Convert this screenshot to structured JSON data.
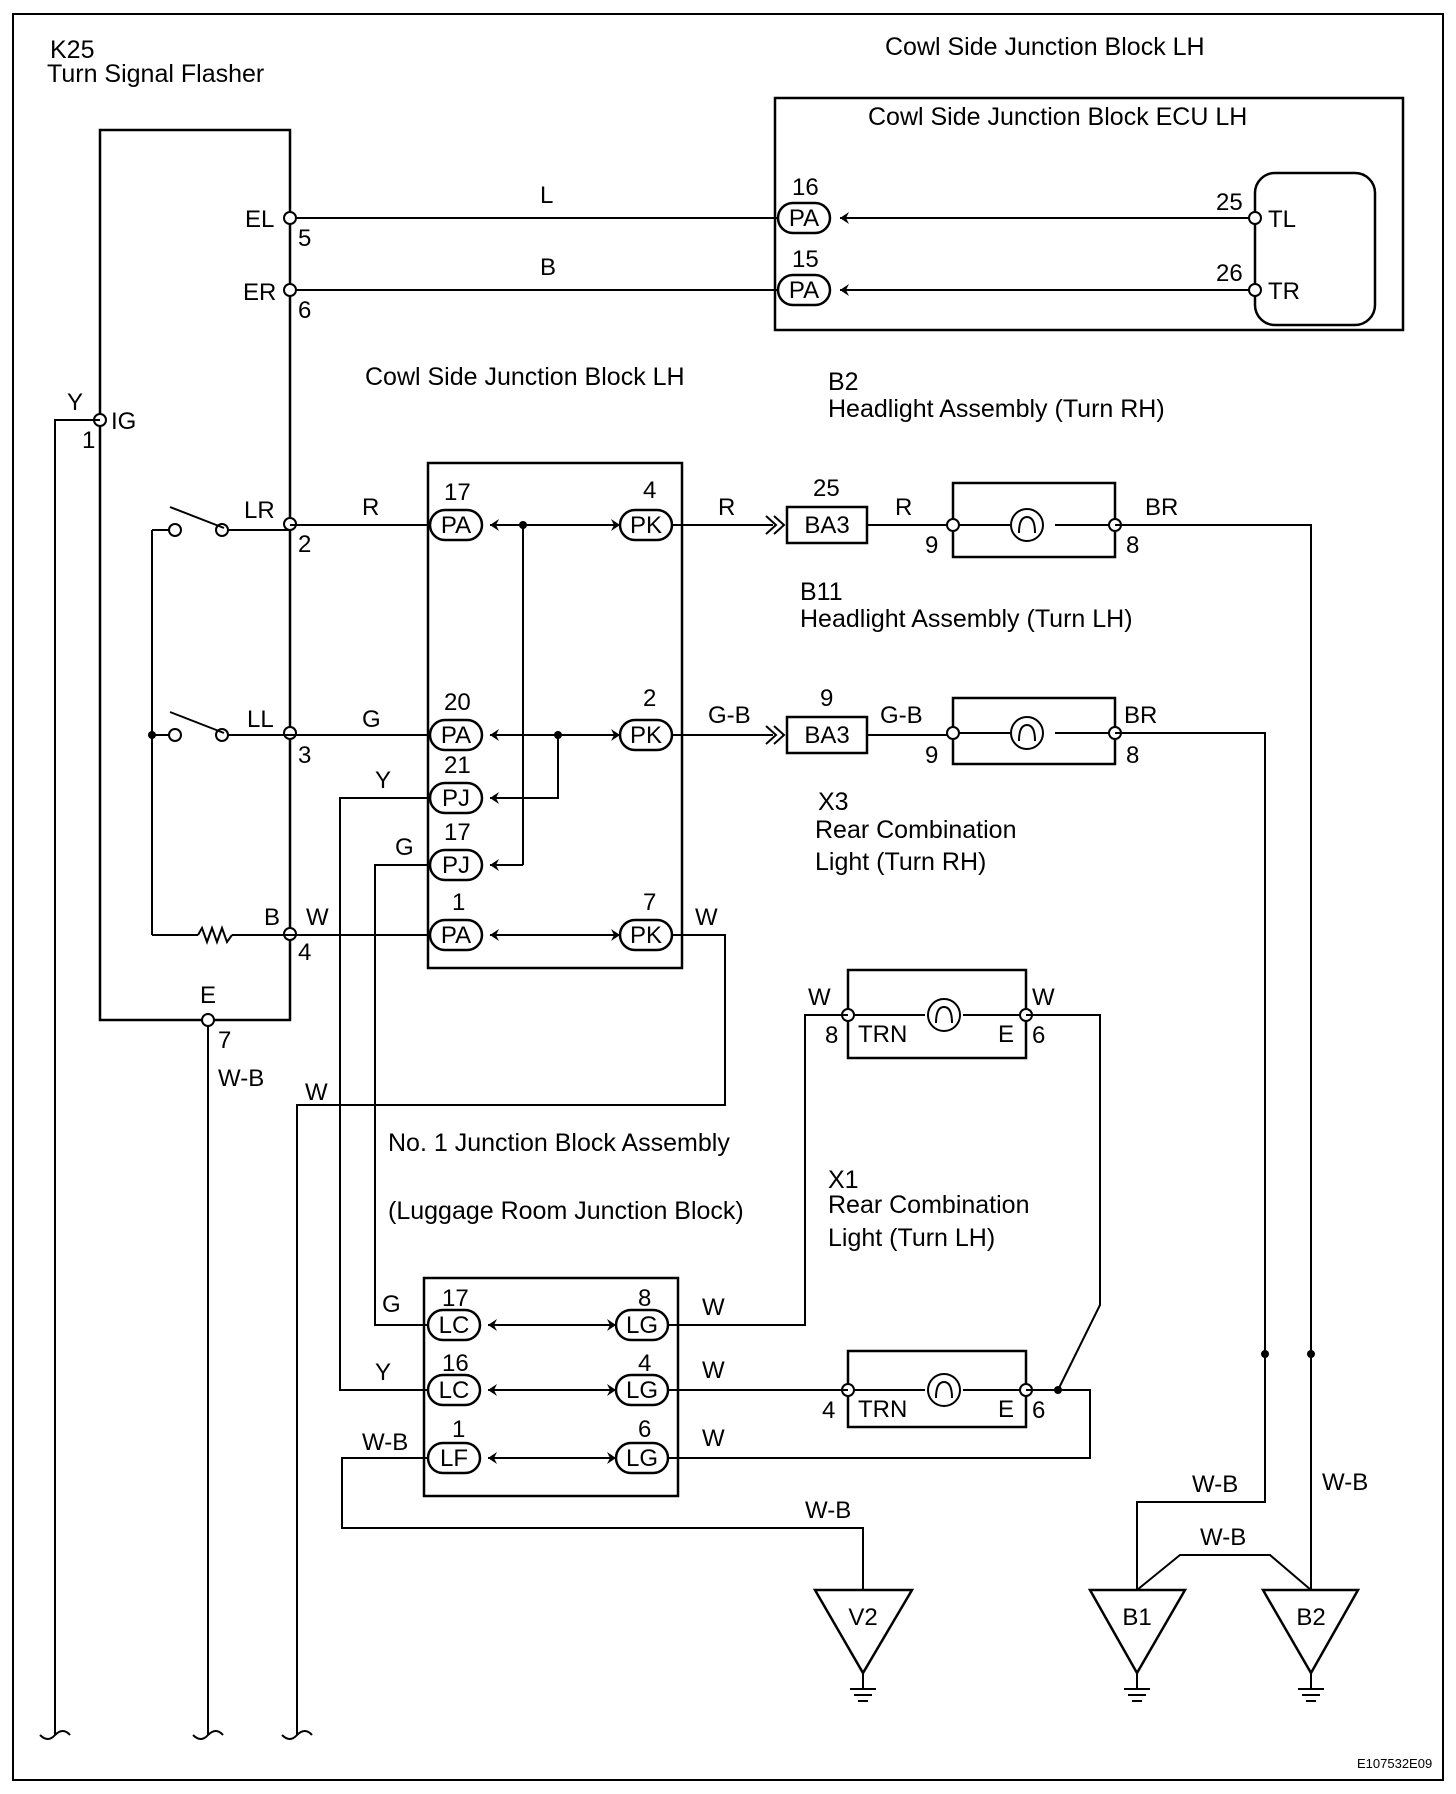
{
  "flasher": {
    "code": "K25",
    "name": "Turn Signal Flasher"
  },
  "cowl_jb": {
    "title_top": "Cowl Side Junction Block LH",
    "title_mid": "Cowl Side Junction Block LH"
  },
  "ecu": {
    "title": "Cowl Side Junction Block ECU LH"
  },
  "luggage_jb": {
    "line1": "No. 1 Junction Block Assembly",
    "line2": "(Luggage Room Junction Block)"
  },
  "b2": {
    "code": "B2",
    "name": "Headlight Assembly (Turn RH)"
  },
  "b11": {
    "code": "B11",
    "name": "Headlight Assembly (Turn LH)"
  },
  "x3": {
    "code": "X3",
    "line1": "Rear Combination",
    "line2": "Light (Turn RH)"
  },
  "x1": {
    "code": "X1",
    "line1": "Rear Combination",
    "line2": "Light (Turn LH)"
  },
  "figure_id": "E107532E09",
  "flasher_terminals": [
    {
      "name": "EL",
      "pin": "5"
    },
    {
      "name": "ER",
      "pin": "6"
    },
    {
      "name": "IG",
      "pin": "1"
    },
    {
      "name": "LR",
      "pin": "2"
    },
    {
      "name": "LL",
      "pin": "3"
    },
    {
      "name": "B",
      "pin": "4"
    },
    {
      "name": "E",
      "pin": "7"
    }
  ],
  "ecu_terminals": [
    {
      "name": "TL",
      "pin": "25"
    },
    {
      "name": "TR",
      "pin": "26"
    }
  ],
  "connectors": [
    {
      "id": "PA",
      "pin": "16"
    },
    {
      "id": "PA",
      "pin": "15"
    },
    {
      "id": "PA",
      "pin": "17"
    },
    {
      "id": "PK",
      "pin": "4"
    },
    {
      "id": "PA",
      "pin": "20"
    },
    {
      "id": "PK",
      "pin": "2"
    },
    {
      "id": "PJ",
      "pin": "21"
    },
    {
      "id": "PJ",
      "pin": "17"
    },
    {
      "id": "PA",
      "pin": "1"
    },
    {
      "id": "PK",
      "pin": "7"
    },
    {
      "id": "BA3",
      "pin": "25"
    },
    {
      "id": "BA3",
      "pin": "9"
    },
    {
      "id": "LC",
      "pin": "17"
    },
    {
      "id": "LG",
      "pin": "8"
    },
    {
      "id": "LC",
      "pin": "16"
    },
    {
      "id": "LG",
      "pin": "4"
    },
    {
      "id": "LF",
      "pin": "1"
    },
    {
      "id": "LG",
      "pin": "6"
    }
  ],
  "wire_colors": [
    "L",
    "B",
    "Y",
    "R",
    "R",
    "R",
    "BR",
    "G",
    "G-B",
    "G-B",
    "BR",
    "Y",
    "G",
    "W",
    "W",
    "W-B",
    "W",
    "W",
    "W",
    "G",
    "W",
    "Y",
    "W",
    "W-B",
    "W",
    "W-B",
    "W-B",
    "W-B",
    "W-B"
  ],
  "lamp_pins": {
    "b2_in": "9",
    "b2_out": "8",
    "b11_in": "9",
    "b11_out": "8",
    "x3_in": "8",
    "x3_out": "6",
    "x3_trn": "TRN",
    "x3_e": "E",
    "x1_in": "4",
    "x1_out": "6",
    "x1_trn": "TRN",
    "x1_e": "E"
  },
  "grounds": [
    "V2",
    "B1",
    "B2"
  ]
}
